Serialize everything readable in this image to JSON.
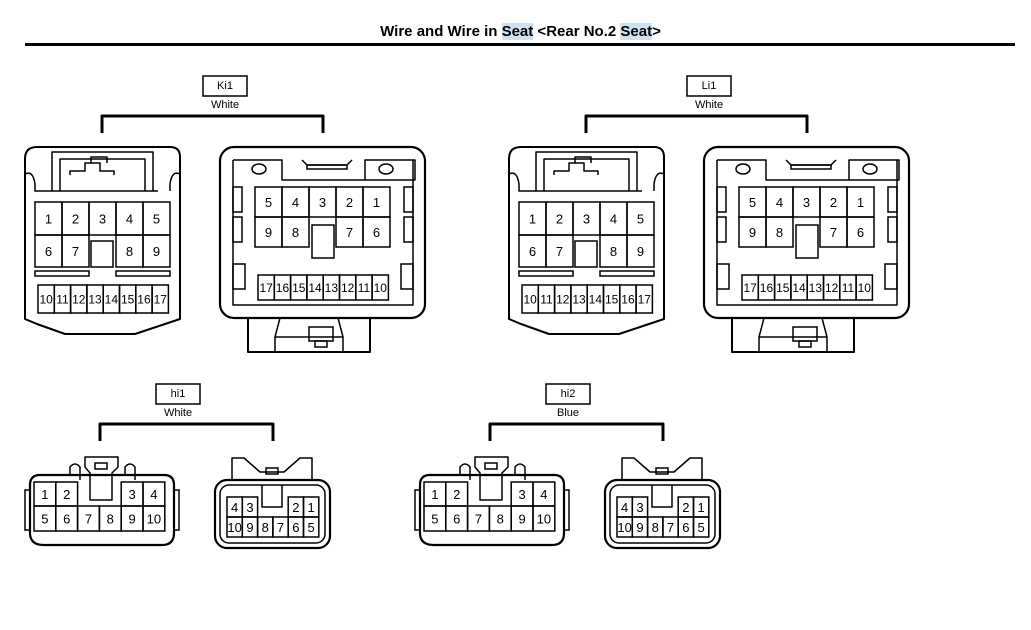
{
  "title": {
    "prefix": "Wire and Wire in ",
    "word1": "Seat",
    "middle": " <Rear No.2 ",
    "word2": "Seat",
    "suffix": ">"
  },
  "connectors": [
    {
      "code": "Ki1",
      "color": "White",
      "type": "17pin",
      "female_rows": [
        [
          "1",
          "2",
          "3",
          "4",
          "5"
        ],
        [
          "6",
          "7",
          "",
          "8",
          "9"
        ],
        [
          "10",
          "11",
          "12",
          "13",
          "14",
          "15",
          "16",
          "17"
        ]
      ],
      "male_rows": [
        [
          "5",
          "4",
          "3",
          "2",
          "1"
        ],
        [
          "9",
          "8",
          "",
          "7",
          "6"
        ],
        [
          "17",
          "16",
          "15",
          "14",
          "13",
          "12",
          "11",
          "10"
        ]
      ]
    },
    {
      "code": "Li1",
      "color": "White",
      "type": "17pin",
      "female_rows": [
        [
          "1",
          "2",
          "3",
          "4",
          "5"
        ],
        [
          "6",
          "7",
          "",
          "8",
          "9"
        ],
        [
          "10",
          "11",
          "12",
          "13",
          "14",
          "15",
          "16",
          "17"
        ]
      ],
      "male_rows": [
        [
          "5",
          "4",
          "3",
          "2",
          "1"
        ],
        [
          "9",
          "8",
          "",
          "7",
          "6"
        ],
        [
          "17",
          "16",
          "15",
          "14",
          "13",
          "12",
          "11",
          "10"
        ]
      ]
    },
    {
      "code": "hi1",
      "color": "White",
      "type": "10pin",
      "female_rows": [
        [
          "1",
          "2",
          "",
          "",
          "3",
          "4"
        ],
        [
          "5",
          "6",
          "7",
          "8",
          "9",
          "10"
        ]
      ],
      "male_rows": [
        [
          "4",
          "3",
          "",
          "",
          "2",
          "1"
        ],
        [
          "10",
          "9",
          "8",
          "7",
          "6",
          "5"
        ]
      ]
    },
    {
      "code": "hi2",
      "color": "Blue",
      "type": "10pin",
      "female_rows": [
        [
          "1",
          "2",
          "",
          "",
          "3",
          "4"
        ],
        [
          "5",
          "6",
          "7",
          "8",
          "9",
          "10"
        ]
      ],
      "male_rows": [
        [
          "4",
          "3",
          "",
          "",
          "2",
          "1"
        ],
        [
          "10",
          "9",
          "8",
          "7",
          "6",
          "5"
        ]
      ]
    }
  ]
}
